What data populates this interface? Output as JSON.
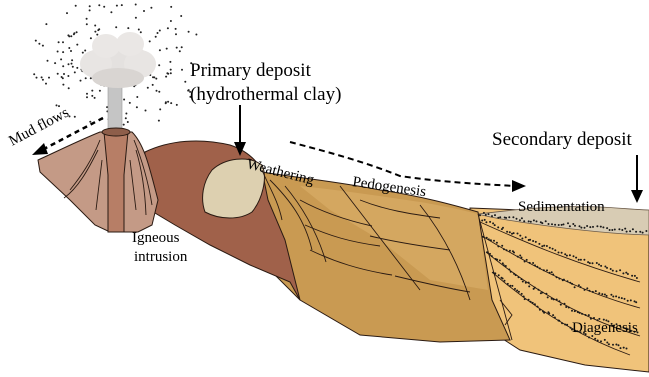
{
  "labels": {
    "mud_flows": "Mud flows",
    "primary_deposit_line1": "Primary deposit",
    "primary_deposit_line2": "(hydrothermal clay)",
    "weathering": "Weathering",
    "pedogenesis": "Pedogenesis",
    "secondary_deposit": "Secondary deposit",
    "sedimentation": "Sedimentation",
    "igneous_line1": "Igneous",
    "igneous_line2": "intrusion",
    "diagenesis": "Diagenesis"
  },
  "colors": {
    "volcano": "#c49a86",
    "volcano_dark": "#8e5e4a",
    "conduit": "#b77e66",
    "red_hill": "#a0614a",
    "red_hill_dark": "#6e3f2f",
    "clay_deposit": "#ddd0b0",
    "mid_hills": "#c99a52",
    "mid_hills_light": "#d9ad66",
    "basin": "#f0c37a",
    "sediment_top": "#d8ccb4",
    "cloud": "#e6e3e1",
    "steam_column": "#c7c7c7",
    "outline": "#2a1a12"
  }
}
